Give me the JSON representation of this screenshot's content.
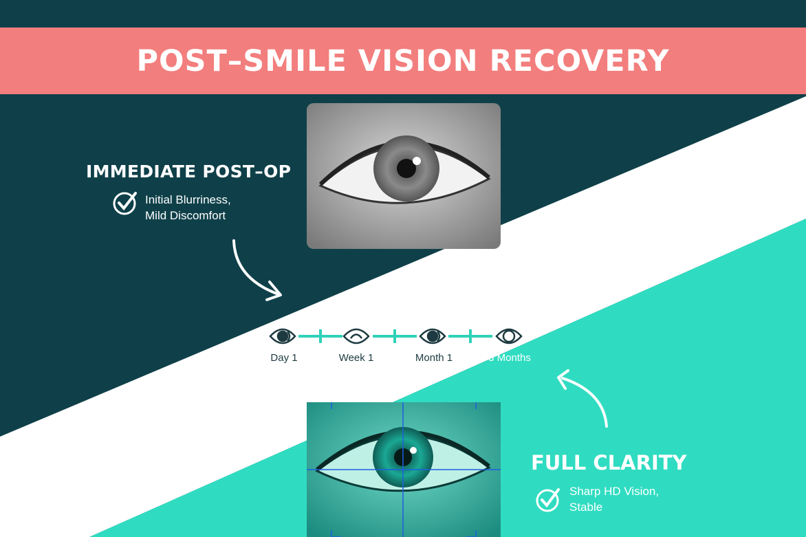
{
  "header": {
    "title": "POST–SMILE VISION RECOVERY"
  },
  "stage_before": {
    "title": "IMMEDIATE POST–OP",
    "notes": [
      "Initial Blurriness,",
      "Mild Discomfort"
    ],
    "icon": "check-circle-icon"
  },
  "stage_after": {
    "title": "FULL CLARITY",
    "notes": [
      "Sharp HD Vision,",
      "Stable"
    ],
    "icon": "check-circle-icon"
  },
  "timeline": [
    {
      "label": "Day 1",
      "icon": "eye-open-icon"
    },
    {
      "label": "Week 1",
      "icon": "eye-closed-icon"
    },
    {
      "label": "Month 1",
      "icon": "eye-open-icon"
    },
    {
      "label": "3 Months",
      "icon": "eye-clear-icon"
    }
  ],
  "colors": {
    "dark": "#0f4049",
    "coral": "#f27e7d",
    "teal": "#2fdcc1",
    "white": "#ffffff"
  }
}
